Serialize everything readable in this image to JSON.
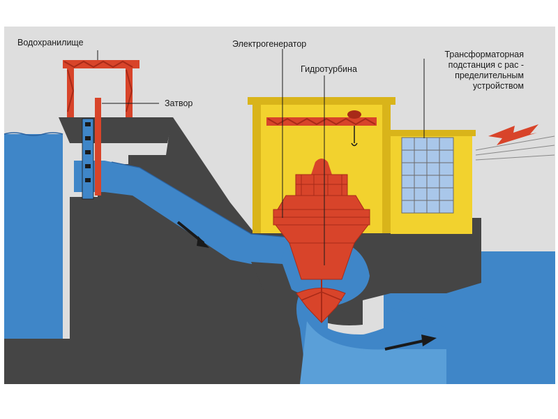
{
  "labels": {
    "reservoir": "Водохранилище",
    "gate": "Затвор",
    "generator": "Электрогенератор",
    "turbine": "Гидротурбина",
    "substation_line1": "Трансформаторная",
    "substation_line2": "подстанция с рас -",
    "substation_line3": "пределительным",
    "substation_line4": "устройством"
  },
  "colors": {
    "water": "#3f86c8",
    "water_light": "#5a9fd8",
    "concrete": "#454545",
    "building": "#f2d22e",
    "building_dark": "#d9b41a",
    "equipment": "#d8442a",
    "equipment_dark": "#a82a18",
    "window": "#a9c7ea",
    "sky": "#dedede"
  },
  "icons": {
    "flow_arrow": "arrow-icon",
    "power_output": "lightning-icon"
  }
}
